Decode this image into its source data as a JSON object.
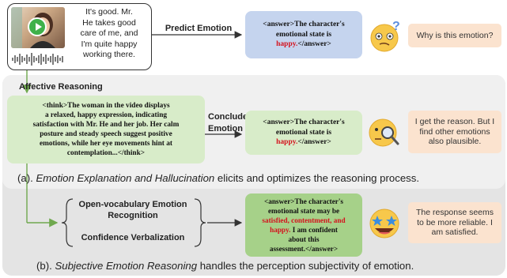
{
  "top": {
    "video_quote": [
      "It's good. Mr.",
      "He takes good",
      "care of me, and",
      "I'm quite happy",
      "working there."
    ],
    "predict_label": "Predict Emotion",
    "answer_line1": "<answer>The character's",
    "answer_line2": "emotional state is",
    "answer_emotion": "happy.",
    "answer_close": "</answer>",
    "question": "Why is this emotion?"
  },
  "section_a": {
    "title": "Affective Reasoning",
    "think_lines": [
      "<think>The woman in the video displays",
      "a relaxed, happy expression, indicating",
      "satisfaction with Mr. He and her job. Her calm",
      "posture and steady speech suggest positive",
      "emotions, while her eye movements hint at",
      "contemplation...</think>"
    ],
    "conclude_line1": "Conclude",
    "conclude_line2": "Emotion",
    "answer_line1": "<answer>The character's",
    "answer_line2": "emotional state is",
    "answer_emotion": "happy.",
    "answer_close": "</answer>",
    "feedback": [
      "I get the reason. But I",
      "find other emotions",
      "also plausible."
    ],
    "caption_prefix": "(a). ",
    "caption_italic": "Emotion Explanation and Hallucination",
    "caption_suffix": " elicits and optimizes the reasoning process."
  },
  "section_b": {
    "item1_line1": "Open-vocabulary Emotion",
    "item1_line2": "Recognition",
    "item2": "Confidence Verbalization",
    "answer_line1": "<answer>The character's",
    "answer_line2": "emotional state may be",
    "answer_emotions1": "satisfied, contentment, and",
    "answer_emotions2": "happy.",
    "answer_rest1": " I am confident",
    "answer_rest2": "about this",
    "answer_rest3": "assessment.</answer>",
    "feedback": [
      "The response seems",
      "to be more reliable. I",
      "am satisfied."
    ],
    "caption_prefix": "(b). ",
    "caption_italic": "Subjective Emotion Reasoning",
    "caption_suffix": " handles the perception subjectivity of emotion."
  },
  "colors": {
    "blue_box": "#c5d4ee",
    "green_box": "#d8ecc9",
    "green_dark": "#a6d189",
    "quote_bg": "#fbe3cf",
    "emphasis_red": "#d4121d",
    "outer_gray": "#e4e4e4",
    "inner_gray": "#f0f0f0",
    "arrow_green": "#6fa84e"
  }
}
